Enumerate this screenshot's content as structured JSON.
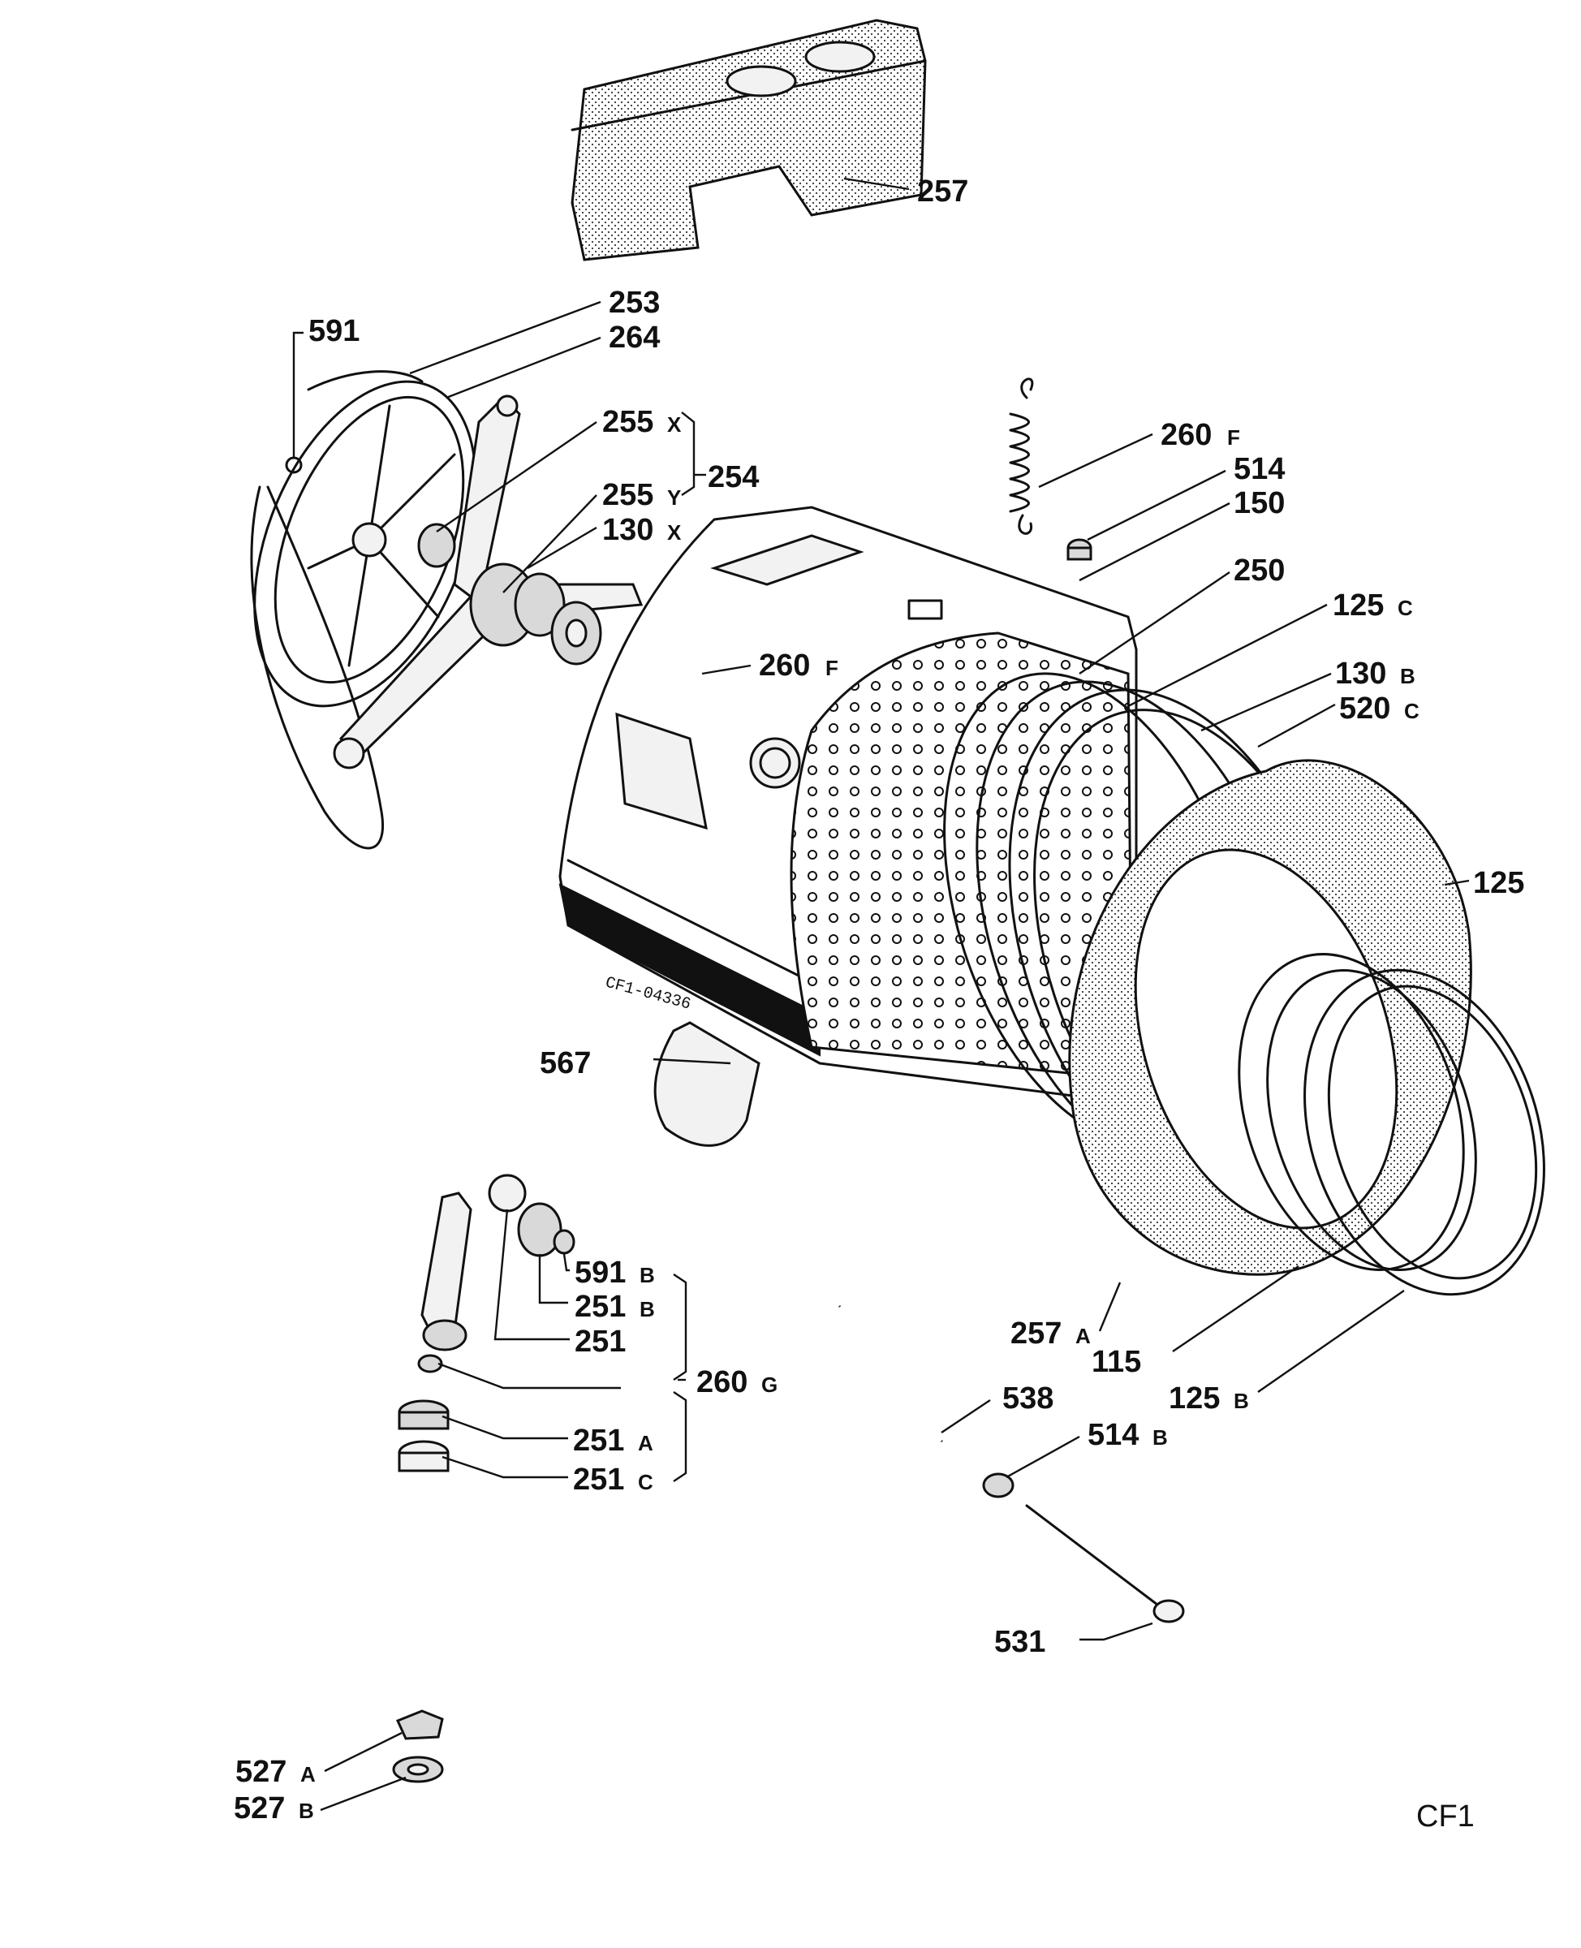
{
  "labels": {
    "p257": "257",
    "p253": "253",
    "p264": "264",
    "p591": "591",
    "p255x": "255",
    "p255x_suffix": "X",
    "p254": "254",
    "p255y": "255",
    "p255y_suffix": "Y",
    "p130x": "130",
    "p130x_suffix": "X",
    "p260f_top": "260",
    "p260f_top_suffix": "F",
    "p514": "514",
    "p150": "150",
    "p250": "250",
    "p125c": "125",
    "p125c_suffix": "C",
    "p260f_mid": "260",
    "p260f_mid_suffix": "F",
    "p130b": "130",
    "p130b_suffix": "B",
    "p520c": "520",
    "p520c_suffix": "C",
    "p125": "125",
    "p567": "567",
    "p591b": "591",
    "p591b_suffix": "B",
    "p251b": "251",
    "p251b_suffix": "B",
    "p251": "251",
    "p260g": "260",
    "p260g_suffix": "G",
    "p251a": "251",
    "p251a_suffix": "A",
    "p251c": "251",
    "p251c_suffix": "C",
    "p257a": "257",
    "p257a_suffix": "A",
    "p115": "115",
    "p125b": "125",
    "p125b_suffix": "B",
    "p538": "538",
    "p514b": "514",
    "p514b_suffix": "B",
    "p531": "531",
    "p527a": "527",
    "p527a_suffix": "A",
    "p527b": "527",
    "p527b_suffix": "B"
  },
  "drum_stamp": "CF1-04336",
  "sheet_code": "CF1"
}
